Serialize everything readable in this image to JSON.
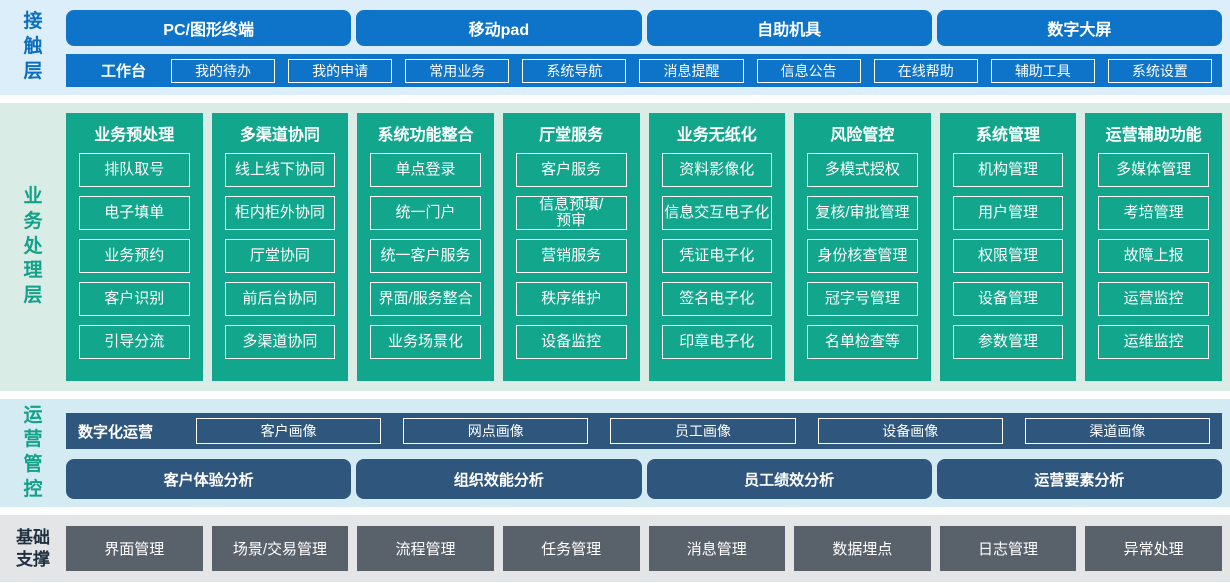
{
  "contact": {
    "label": "接触层",
    "terminals": [
      "PC/图形终端",
      "移动pad",
      "自助机具",
      "数字大屏"
    ],
    "workbench": {
      "label": "工作台",
      "items": [
        "我的待办",
        "我的申请",
        "常用业务",
        "系统导航",
        "消息提醒",
        "信息公告",
        "在线帮助",
        "辅助工具",
        "系统设置"
      ]
    }
  },
  "business": {
    "label": "业务处理层",
    "columns": [
      {
        "title": "业务预处理",
        "items": [
          "排队取号",
          "电子填单",
          "业务预约",
          "客户识别",
          "引导分流"
        ]
      },
      {
        "title": "多渠道协同",
        "items": [
          "线上线下协同",
          "柜内柜外协同",
          "厅堂协同",
          "前后台协同",
          "多渠道协同"
        ]
      },
      {
        "title": "系统功能整合",
        "items": [
          "单点登录",
          "统一门户",
          "统一客户服务",
          "界面/服务整合",
          "业务场景化"
        ]
      },
      {
        "title": "厅堂服务",
        "items": [
          "客户服务",
          "信息预填/\n预审",
          "营销服务",
          "秩序维护",
          "设备监控"
        ]
      },
      {
        "title": "业务无纸化",
        "items": [
          "资料影像化",
          "信息交互电子化",
          "凭证电子化",
          "签名电子化",
          "印章电子化"
        ]
      },
      {
        "title": "风险管控",
        "items": [
          "多模式授权",
          "复核/审批管理",
          "身份核查管理",
          "冠字号管理",
          "名单检查等"
        ]
      },
      {
        "title": "系统管理",
        "items": [
          "机构管理",
          "用户管理",
          "权限管理",
          "设备管理",
          "参数管理"
        ]
      },
      {
        "title": "运营辅助功能",
        "items": [
          "多媒体管理",
          "考培管理",
          "故障上报",
          "运营监控",
          "运维监控"
        ]
      }
    ]
  },
  "operations": {
    "label": "运营管控",
    "digital": {
      "label": "数字化运营",
      "items": [
        "客户画像",
        "网点画像",
        "员工画像",
        "设备画像",
        "渠道画像"
      ]
    },
    "analysis": [
      "客户体验分析",
      "组织效能分析",
      "员工绩效分析",
      "运营要素分析"
    ]
  },
  "foundation": {
    "label": "基础支撑",
    "items": [
      "界面管理",
      "场景/交易管理",
      "流程管理",
      "任务管理",
      "消息管理",
      "数据埋点",
      "日志管理",
      "异常处理"
    ]
  },
  "colors": {
    "primary_blue": "#0d74c9",
    "blue_label": "#0d6ebe",
    "contact_bg": "#dceef9",
    "green": "#12a78d",
    "green_label": "#12a189",
    "business_bg": "#d9ece5",
    "slate_blue": "#2f567c",
    "ops_bg": "#d5ebf4",
    "gray_button": "#59626b",
    "foundation_bg": "#e3e5e7",
    "dark_label": "#203040",
    "box_text": "#ffffff"
  }
}
